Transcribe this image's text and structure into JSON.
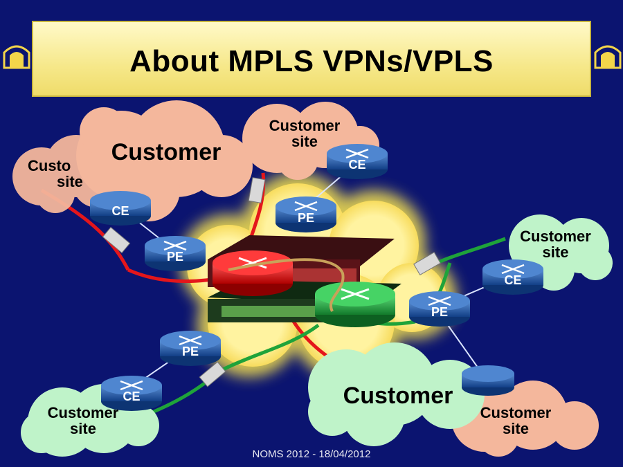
{
  "title": "About MPLS VPNs/VPLS",
  "footer": "NOMS 2012 - 18/04/2012",
  "labels": {
    "customer_big": "Customer",
    "customer_site_line1": "Customer",
    "customer_site_line2": "site",
    "customer_site_partial_line1": "Custo",
    "customer_site_partial_line2": "site",
    "customer_site_br_line1": "Customer",
    "customer_site_br_line2": "site",
    "ce": "CE",
    "pe": "PE"
  },
  "colors": {
    "background": "#0b1470",
    "red_vpn": "#e4161b",
    "green_vpn": "#1fa33a",
    "pink_cloud": "#f4b79c",
    "green_cloud": "#bff3c9",
    "core_cloud": "#fff3a0",
    "router_blue": "#1d5aa6"
  },
  "routers": {
    "ce_top": "CE",
    "pe_top": "PE",
    "ce_left": "CE",
    "pe_left": "PE",
    "ce_right": "CE",
    "pe_right": "PE",
    "pe_bottom": "PE",
    "ce_bottom": "CE"
  }
}
